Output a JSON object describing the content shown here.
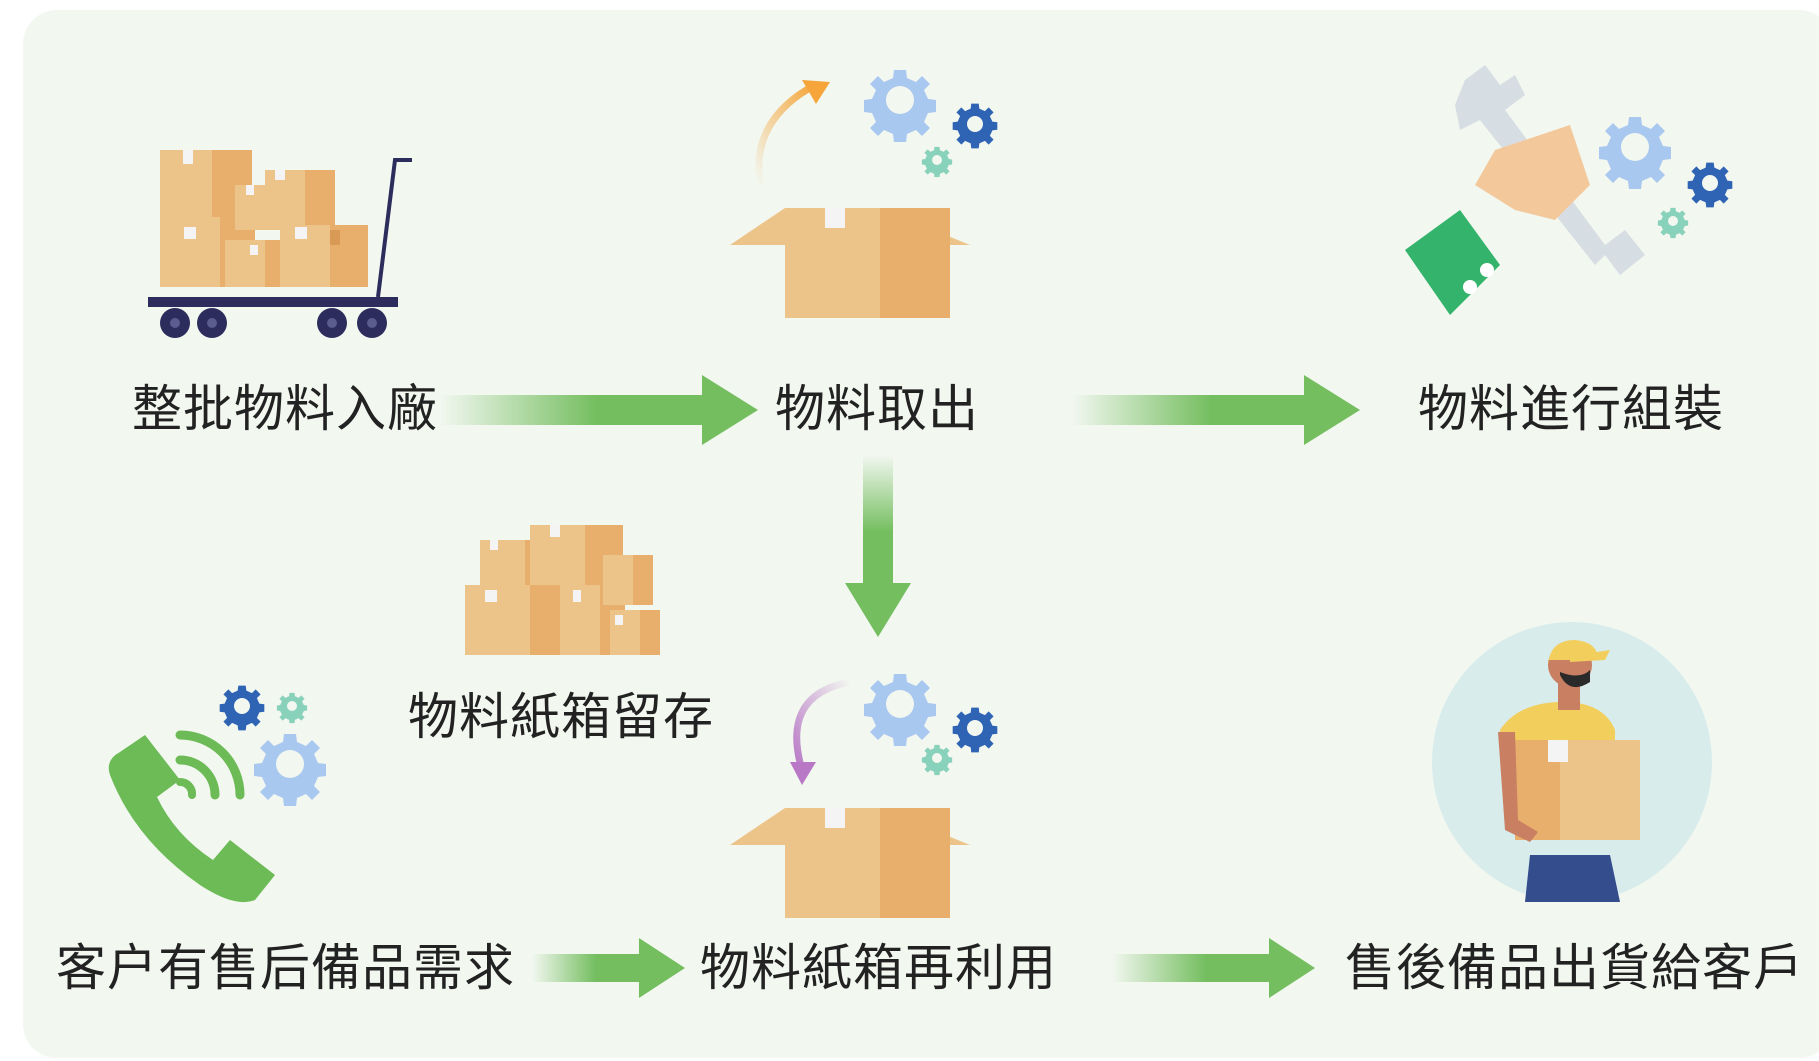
{
  "colors": {
    "background": "#f2f7f0",
    "arrow_green": "#74be5f",
    "box_light": "#ecc48a",
    "box_dark": "#e8ae6b",
    "gear_light": "#a9c8ef",
    "gear_dark": "#2f64b4",
    "gear_mint": "#88d1ba",
    "phone_green": "#6cbb56",
    "text": "#222222"
  },
  "nodes": {
    "batch_inbound": "整批物料入廠",
    "material_takeout": "物料取出",
    "assembly": "物料進行組裝",
    "box_storage": "物料紙箱留存",
    "customer_demand": "客户有售后備品需求",
    "box_reuse": "物料紙箱再利用",
    "shipment": "售後備品出貨給客戶"
  },
  "icons": {
    "cart": "boxes-on-trolley-icon",
    "open_box_top": "open-box-with-gears-icon",
    "hand_wrench": "hand-with-wrench-icon",
    "box_stack": "stacked-boxes-icon",
    "phone": "phone-call-icon",
    "open_box_bottom": "open-box-reuse-icon",
    "courier": "courier-with-box-icon"
  }
}
